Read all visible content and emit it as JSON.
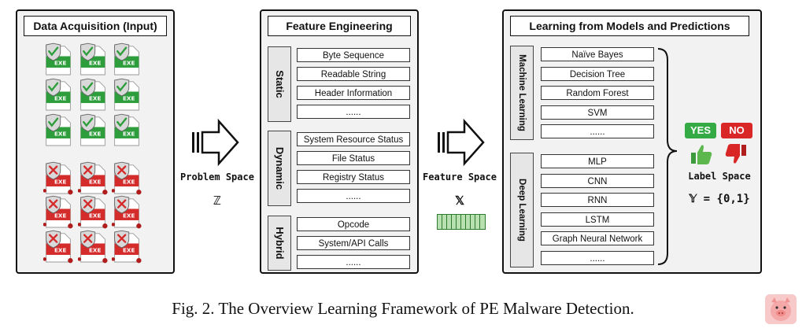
{
  "panels": {
    "acquisition": {
      "title": "Data Acquisition (Input)"
    },
    "feature": {
      "title": "Feature Engineering",
      "groups": [
        {
          "label": "Static",
          "items": [
            "Byte Sequence",
            "Readable String",
            "Header Information",
            "......"
          ]
        },
        {
          "label": "Dynamic",
          "items": [
            "System Resource Status",
            "File Status",
            "Registry Status",
            "......"
          ]
        },
        {
          "label": "Hybrid",
          "items": [
            "Opcode",
            "System/API Calls",
            "......"
          ]
        }
      ]
    },
    "learning": {
      "title": "Learning from Models and Predictions",
      "groups": [
        {
          "label": "Machine Learning",
          "items": [
            "Naïve Bayes",
            "Decision Tree",
            "Random Forest",
            "SVM",
            "......"
          ]
        },
        {
          "label": "Deep Learning",
          "items": [
            "MLP",
            "CNN",
            "RNN",
            "LSTM",
            "Graph Neural Network",
            "......"
          ]
        }
      ]
    }
  },
  "arrows": {
    "problem_space": {
      "label": "Problem Space",
      "symbol": "ℤ"
    },
    "feature_space": {
      "label": "Feature Space",
      "symbol": "𝕏"
    }
  },
  "labels": {
    "yes": "YES",
    "no": "NO",
    "label_space": "Label Space",
    "label_formula": "𝕐 = {0,1}",
    "file_text": "EXE"
  },
  "caption": "Fig. 2.  The Overview Learning Framework of PE Malware Detection.",
  "colors": {
    "benign": "#2e9e3c",
    "malicious": "#d42b2b",
    "yes": "#33aa44",
    "no": "#d92626",
    "vector": "#b9e0b0"
  },
  "icons": [
    "shield-check-icon",
    "shield-x-icon",
    "thumbs-up-icon",
    "thumbs-down-icon",
    "pig-logo-icon"
  ]
}
